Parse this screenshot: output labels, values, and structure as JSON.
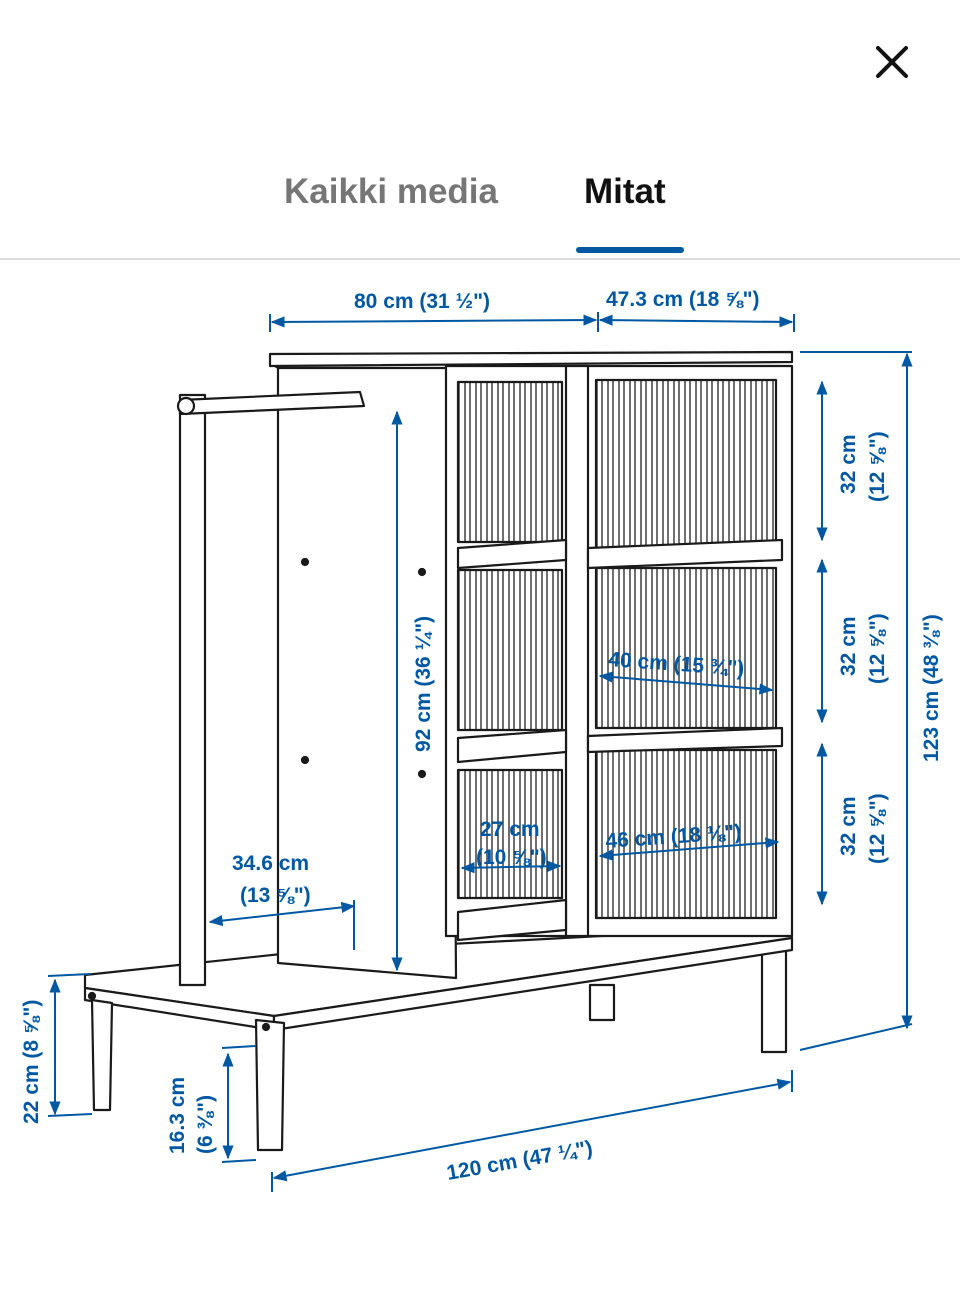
{
  "tabs": [
    {
      "label": "Kaikki media",
      "active": false
    },
    {
      "label": "Mitat",
      "active": true
    }
  ],
  "colors": {
    "accent": "#0058a3",
    "dimension": "#0058a3",
    "line": "#1a1a1a"
  },
  "icons": {
    "close": "close-icon"
  },
  "dimensions": {
    "top_width": "80 cm (31 ½\")",
    "depth": "47.3 cm (18 ⅝\")",
    "shelf_height_1_cm": "32 cm",
    "shelf_height_1_in": "(12 ⅝\")",
    "shelf_height_2_cm": "32 cm",
    "shelf_height_2_in": "(12 ⅝\")",
    "shelf_height_3_cm": "32 cm",
    "shelf_height_3_in": "(12 ⅝\")",
    "total_height": "123 cm (48 ⅜\")",
    "panel_height": "92 cm (36 ¼\")",
    "shelf_depth_inner": "40 cm (15 ¾\")",
    "inner_shelf_width_cm": "27 cm",
    "inner_shelf_width_in": "(10 ⅝\")",
    "inner_width": "46 cm (18 ⅛\")",
    "bench_depth_cm": "34.6 cm",
    "bench_depth_in": "(13 ⅝\")",
    "bench_height": "22 cm (8 ⅝\")",
    "leg_height_cm": "16.3 cm",
    "leg_height_in": "(6 ⅜\")",
    "total_width": "120 cm (47 ¼\")"
  }
}
